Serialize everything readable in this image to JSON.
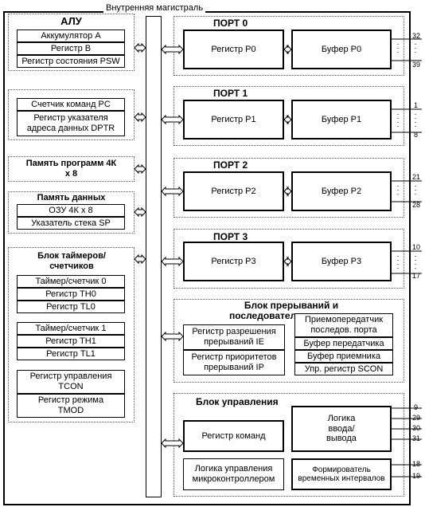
{
  "title": "Внутренняя магистраль",
  "alu": {
    "title": "АЛУ",
    "acc": "Аккумулятор А",
    "reg_b": "Регистр В",
    "psw": "Регистр состояния PSW"
  },
  "pc": {
    "counter": "Счетчик команд PC",
    "dptr": "Регистр указателя адреса данных DPTR"
  },
  "prog_mem": "Память программ 4К х 8",
  "data_mem": {
    "title": "Память данных",
    "ram": "ОЗУ 4К х 8",
    "sp": "Указатель стека SP"
  },
  "timers": {
    "title": "Блок таймеров/счетчиков",
    "t0": "Таймер/счетчик 0",
    "th0": "Регистр TH0",
    "tl0": "Регистр TL0",
    "t1": "Таймер/счетчик 1",
    "th1": "Регистр TH1",
    "tl1": "Регистр TL1",
    "tcon": "Регистр управления TCON",
    "tmod": "Регистр режима TMOD"
  },
  "ports": [
    {
      "title": "ПОРТ 0",
      "reg": "Регистр P0",
      "buf": "Буфер P0",
      "pin_top": "32",
      "pin_bot": "39"
    },
    {
      "title": "ПОРТ 1",
      "reg": "Регистр P1",
      "buf": "Буфер P1",
      "pin_top": "1",
      "pin_bot": "8"
    },
    {
      "title": "ПОРТ 2",
      "reg": "Регистр P2",
      "buf": "Буфер P2",
      "pin_top": "21",
      "pin_bot": "28"
    },
    {
      "title": "ПОРТ 3",
      "reg": "Регистр P3",
      "buf": "Буфер P3",
      "pin_top": "10",
      "pin_bot": "17"
    }
  ],
  "intr": {
    "title": "Блок прерываний и последовательного порта",
    "ie": "Регистр разрешения прерываний IE",
    "ip": "Регистр приоритетов прерываний IP",
    "transceiver": "Приемопередатчик последов. порта",
    "tx": "Буфер передатчика",
    "rx": "Буфер приемника",
    "scon": "Упр. регистр SCON"
  },
  "ctrl": {
    "title": "Блок управления",
    "cmd": "Регистр команд",
    "io": "Логика ввода/ вывода",
    "mcu": "Логика управления микроконтроллером",
    "timing": "Формирователь временных интервалов",
    "pins": [
      "9",
      "29",
      "30",
      "31",
      "18",
      "19"
    ]
  }
}
